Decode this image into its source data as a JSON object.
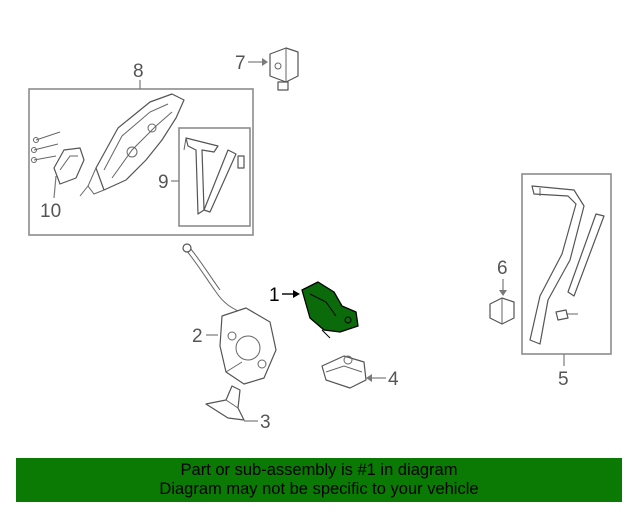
{
  "diagram": {
    "callouts": [
      {
        "id": "1",
        "label": "1",
        "highlighted": true
      },
      {
        "id": "2",
        "label": "2",
        "highlighted": false
      },
      {
        "id": "3",
        "label": "3",
        "highlighted": false
      },
      {
        "id": "4",
        "label": "4",
        "highlighted": false
      },
      {
        "id": "5",
        "label": "5",
        "highlighted": false
      },
      {
        "id": "6",
        "label": "6",
        "highlighted": false
      },
      {
        "id": "7",
        "label": "7",
        "highlighted": false
      },
      {
        "id": "8",
        "label": "8",
        "highlighted": false
      },
      {
        "id": "9",
        "label": "9",
        "highlighted": false
      },
      {
        "id": "10",
        "label": "10",
        "highlighted": false
      }
    ],
    "colors": {
      "highlight_part": "#0b6b0b",
      "footer_background": "#0a7a04",
      "line": "#7a7a7a",
      "callout_text": "#555555"
    }
  },
  "footer": {
    "line1": "Part or sub-assembly is #1 in diagram",
    "line2": "Diagram may not be specific to your vehicle"
  }
}
